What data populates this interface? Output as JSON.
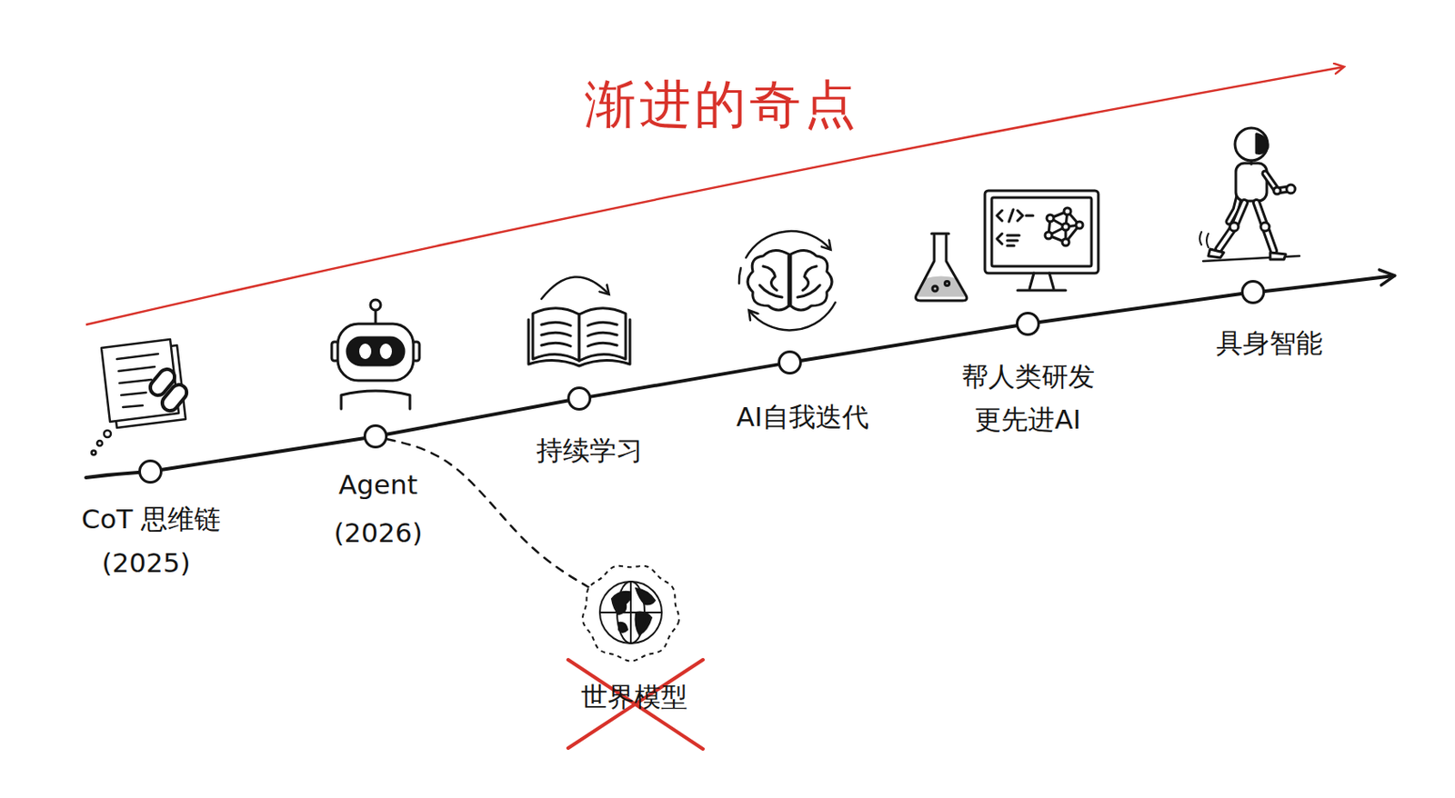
{
  "diagram": {
    "title": "渐进的奇点",
    "nodes": [
      {
        "text": [
          "CoT 思维链",
          "(2025)"
        ]
      },
      {
        "text": [
          "Agent",
          "(2026)"
        ]
      },
      {
        "text": [
          "持续学习"
        ]
      },
      {
        "text": [
          "AI自我迭代"
        ]
      },
      {
        "text": [
          "帮人类研发 更先进AI"
        ]
      },
      {
        "text": [
          "具身智能"
        ]
      },
      {
        "text": [
          "世界模型"
        ]
      }
    ],
    "edges": [
      {
        "from": 0,
        "to": 1,
        "arrow": "none"
      },
      {
        "from": 1,
        "to": 2,
        "arrow": "none"
      },
      {
        "from": 2,
        "to": 3,
        "arrow": "none"
      },
      {
        "from": 3,
        "to": 4,
        "arrow": "none"
      },
      {
        "from": 4,
        "to": 5,
        "arrow": "none"
      },
      {
        "from": 1,
        "to": 6,
        "arrow": "none"
      }
    ]
  }
}
